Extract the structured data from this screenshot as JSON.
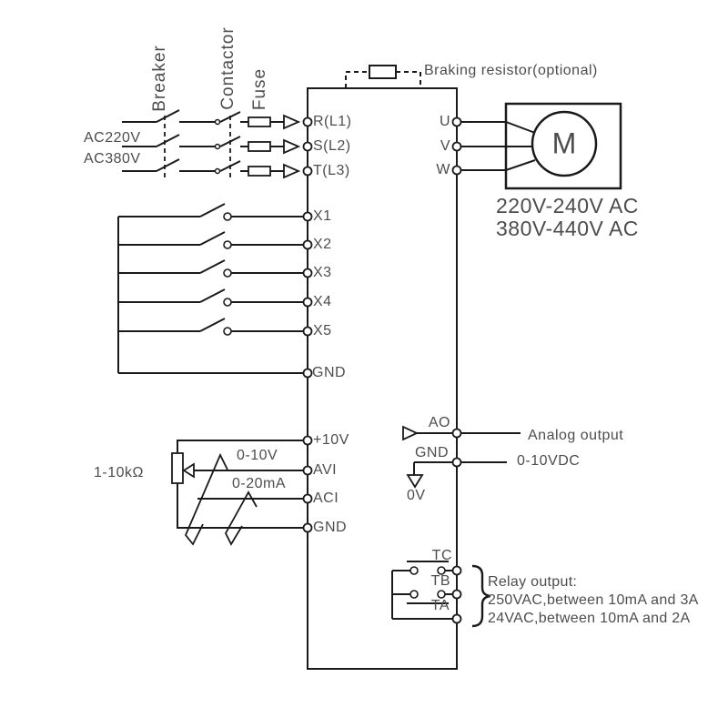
{
  "power_input": {
    "breaker_label": "Breaker",
    "contactor_label": "Contactor",
    "fuse_label": "Fuse",
    "voltage_option_1": "AC220V",
    "voltage_option_2": "AC380V",
    "terminals": [
      "R(L1)",
      "S(L2)",
      "T(L3)"
    ]
  },
  "braking_resistor": {
    "label": "Braking resistor(optional)"
  },
  "motor": {
    "symbol": "M",
    "output_terminals": [
      "U",
      "V",
      "W"
    ],
    "voltage_line_1": "220V-240V AC",
    "voltage_line_2": "380V-440V AC"
  },
  "digital_inputs": {
    "terminals": [
      "X1",
      "X2",
      "X3",
      "X4",
      "X5",
      "GND"
    ]
  },
  "analog_inputs": {
    "potentiometer_label": "1-10kΩ",
    "range_voltage": "0-10V",
    "range_current": "0-20mA",
    "terminals": [
      "+10V",
      "AVI",
      "ACI",
      "GND"
    ]
  },
  "analog_output": {
    "terminal_ao": "AO",
    "terminal_gnd": "GND",
    "description": "Analog output",
    "range": "0-10VDC",
    "ground_label": "0V"
  },
  "relay_output": {
    "terminals": [
      "TC",
      "TB",
      "TA"
    ],
    "line1": "Relay output:",
    "line2": "250VAC,between 10mA and 3A",
    "line3": "24VAC,between 10mA and 2A"
  },
  "colors": {
    "line": "#1a1a1a",
    "text": "#4d4d4d"
  }
}
